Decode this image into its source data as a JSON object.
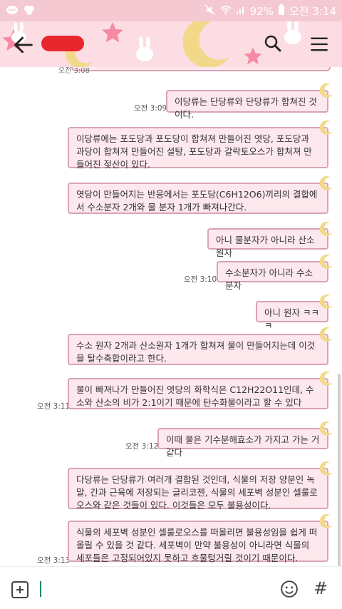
{
  "status_bar": {
    "battery": "92%",
    "time": "오전 3:14"
  },
  "header": {
    "contact_name": "",
    "back_icon": "back-arrow-icon",
    "search_icon": "search-icon",
    "menu_icon": "menu-icon"
  },
  "chat": {
    "top_time": "오전 3:08",
    "messages": [
      {
        "text": "이당류는 단당류와 단당류가 합쳐진 것이다.",
        "time": "오전 3:09"
      },
      {
        "text": "이당류에는 포도당과 포도당이 합쳐져 만들어진 엿당, 포도당과 과당이 합쳐져 만들어진 설탕, 포도당과 갈락토오스가 합쳐져 만들어진 젖산이 있다.",
        "time": ""
      },
      {
        "text": "엿당이 만들어지는 반응에서는 포도당(C6H12O6)끼리의 결합에서 수소분자 2개와 물 분자 1개가 빠져나간다.",
        "time": ""
      },
      {
        "text": "아니 물분자가 아니라 산소 원자",
        "time": ""
      },
      {
        "text": "수소분자가 아니라 수소 분자",
        "time": "오전 3:10"
      },
      {
        "text": "아니 원자 ㅋㅋㅋ",
        "time": ""
      },
      {
        "text": "수소 원자 2개과 산소원자 1개가 합쳐져 물이 만들어지는데 이것을 탈수축합이라고 한다.",
        "time": ""
      },
      {
        "text": "물이 빠져나가 만들어진 엿당의 화학식은 C12H22O11인데, 수소와 산소의 비가 2:1이기 때문에 탄수화물이라고 할 수 있다",
        "time": "오전 3:11"
      },
      {
        "text": "이때 물은 기수분해효소가 가지고 가는 거 같다",
        "time": "오전 3:12"
      },
      {
        "text": "다당류는 단당류가 여러개 결합된 것인데, 식물의 저장 양분인 녹말, 간과 근육에 저장되는 글리코젠, 식물의 세포벽 성분인 셀룰로오스와 같은 것들이 있다. 이것들은 모두 불용성이다.",
        "time": ""
      },
      {
        "text": "식물의 세포벽 성분인 셀룰로오스를 떠올리면 불용성임을 쉽게 떠올릴 수 있을 것 같다. 세포벽이 만약 불용성이 아니라면 식물의 세포들은 고정되어있지 못하고 흐물텅거릴 것이기 때문이다.",
        "time": "오전 3:13"
      }
    ]
  },
  "input_bar": {
    "plus_icon": "plus-icon",
    "emoji_icon": "emoji-icon",
    "hash_label": "#"
  },
  "colors": {
    "header_bg": "#fcdde3",
    "bubble_bg": "#fde8ee",
    "bubble_border": "#d9a3b3",
    "moon": "#f2d98a"
  }
}
